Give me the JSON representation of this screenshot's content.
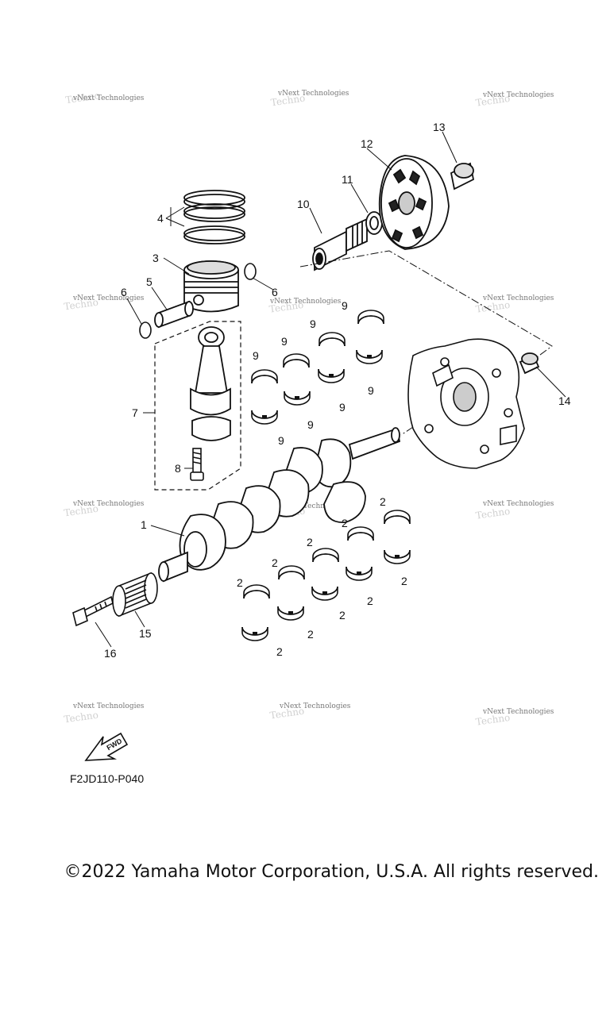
{
  "diagram": {
    "figure_code": "F2JD110-P040",
    "copyright": "©2022 Yamaha Motor Corporation, U.S.A. All rights reserved.",
    "fwd_label": "FWD",
    "watermark_text": "vNext Technologies",
    "callouts": {
      "c1": "1",
      "c2": "2",
      "c3": "3",
      "c4": "4",
      "c5": "5",
      "c6": "6",
      "c7": "7",
      "c8": "8",
      "c9": "9",
      "c10": "10",
      "c11": "11",
      "c12": "12",
      "c13": "13",
      "c14": "14",
      "c15": "15",
      "c16": "16"
    }
  }
}
